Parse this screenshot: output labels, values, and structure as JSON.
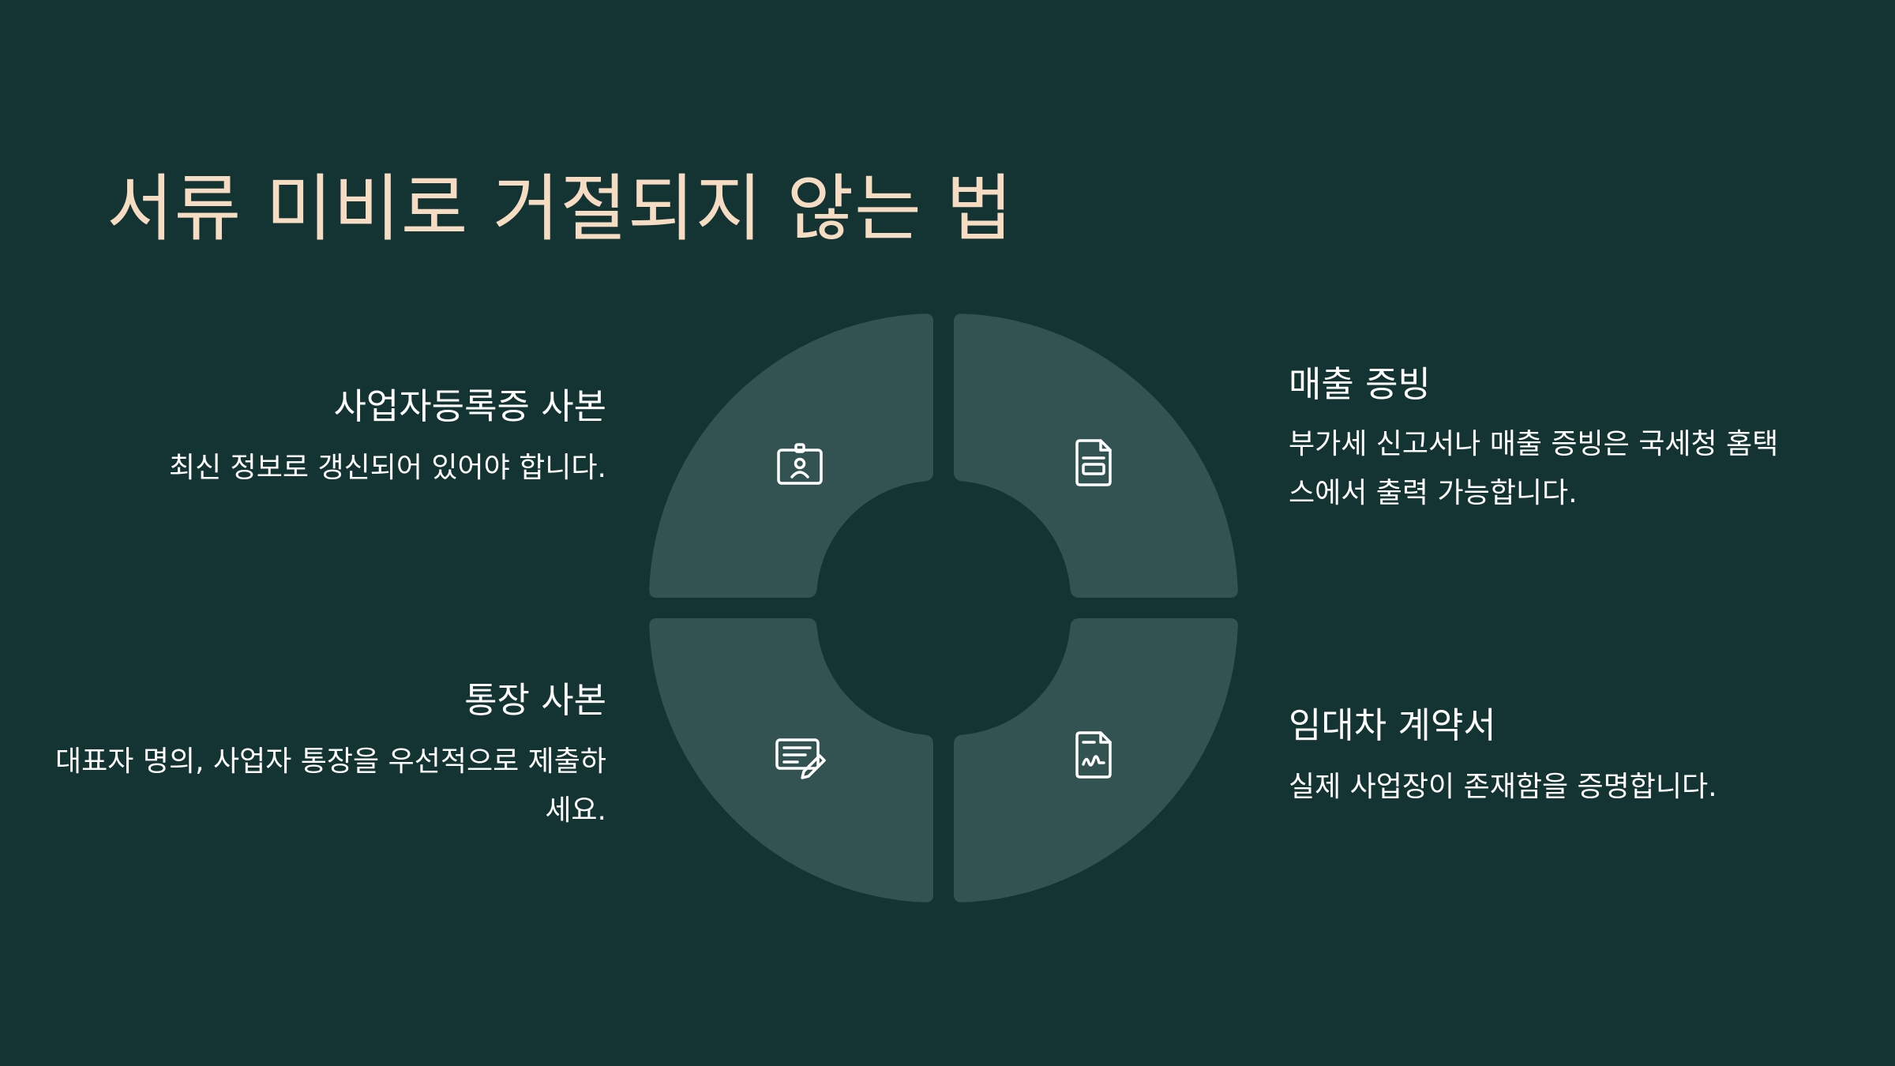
{
  "slide": {
    "title": "서류 미비로 거절되지 않는 법"
  },
  "colors": {
    "background": "#143333",
    "title": "#f7dcc4",
    "segment": "#325352",
    "text": "#ffffff"
  },
  "items": [
    {
      "position": "top-left",
      "icon": "id-badge-icon",
      "title": "사업자등록증 사본",
      "description": "최신 정보로 갱신되어 있어야 합니다."
    },
    {
      "position": "top-right",
      "icon": "document-icon",
      "title": "매출 증빙",
      "description": "부가세 신고서나 매출 증빙은 국세청 홈택스에서 출력 가능합니다."
    },
    {
      "position": "bottom-left",
      "icon": "signed-form-icon",
      "title": "통장 사본",
      "description": "대표자 명의, 사업자 통장을 우선적으로 제출하세요."
    },
    {
      "position": "bottom-right",
      "icon": "contract-signature-icon",
      "title": "임대차 계약서",
      "description": "실제 사업장이 존재함을 증명합니다."
    }
  ]
}
